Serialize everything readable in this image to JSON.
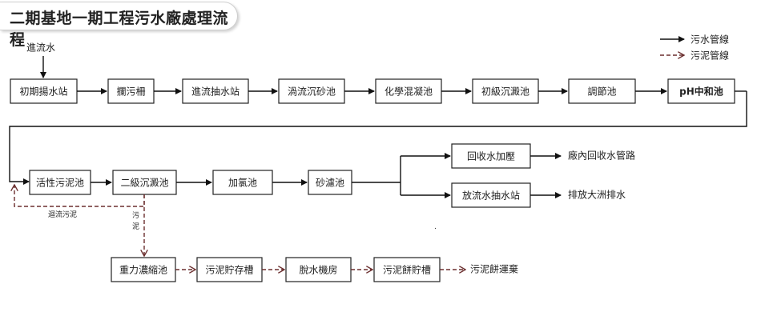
{
  "title": "二期基地一期工程污水廠處理流程",
  "legend": {
    "sewage_pipe": "污水管線",
    "sludge_pipe": "污泥管線",
    "sewage_color": "#111111",
    "sludge_color": "#6b2f2f"
  },
  "labels": {
    "inflow": "進流水",
    "return_sludge": "迴流污泥",
    "sludge_1": "污",
    "sludge_2": "泥",
    "dot": "."
  },
  "row1": [
    "初期揚水站",
    "攔污柵",
    "進流抽水站",
    "渦流沉砂池",
    "化學混凝池",
    "初級沉澱池",
    "調節池",
    "pH中和池"
  ],
  "row2": [
    "活性污泥池",
    "二級沉澱池",
    "加氯池",
    "砂濾池"
  ],
  "branch": {
    "upper": "回收水加壓",
    "lower": "放流水抽水站",
    "upper_out": "廠內回收水管路",
    "lower_out": "排放大洲排水"
  },
  "row3": [
    "重力濃縮池",
    "污泥貯存槽",
    "脫水機房",
    "污泥餅貯槽"
  ],
  "row3_out": "污泥餅運棄"
}
